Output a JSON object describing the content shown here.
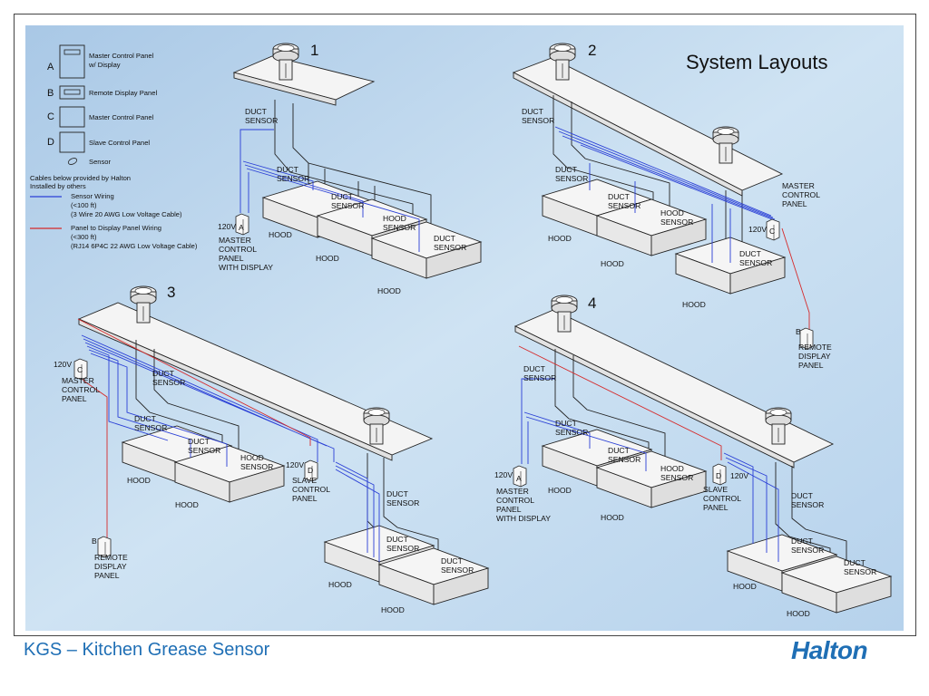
{
  "slide": {
    "title": "System Layouts",
    "footer_title": "KGS – Kitchen Grease Sensor",
    "logo_text": "Halton"
  },
  "colors": {
    "background": "#bcd6ec",
    "sensor_wiring": "#2a3fd6",
    "display_wiring": "#d62a2a",
    "accent": "#1f6fb5"
  },
  "legend": {
    "items": [
      {
        "letter": "A",
        "label_lines": [
          "Master Control Panel",
          "w/ Display"
        ]
      },
      {
        "letter": "B",
        "label_lines": [
          "Remote Display Panel"
        ]
      },
      {
        "letter": "C",
        "label_lines": [
          "Master Control Panel"
        ]
      },
      {
        "letter": "D",
        "label_lines": [
          "Slave Control Panel"
        ]
      }
    ],
    "sensor_label": "Sensor",
    "cables_note": [
      "Cables below provided by Halton",
      "Installed by others"
    ],
    "sensor_wiring": [
      "Sensor Wiring",
      "(<100 ft)",
      "(3 Wire 20 AWG Low Voltage Cable)"
    ],
    "display_wiring": [
      "Panel to Display Panel Wiring",
      "(<300 ft)",
      "(RJ14 6P4C 22 AWG Low Voltage Cable)"
    ]
  },
  "layouts": [
    {
      "number": "1",
      "labels": {
        "duct_sensor_a": [
          "DUCT",
          "SENSOR"
        ],
        "duct_sensor_b": [
          "DUCT",
          "SENSOR"
        ],
        "duct_sensor_c": [
          "DUCT",
          "SENSOR"
        ],
        "hood_sensor": [
          "HOOD",
          "SENSOR"
        ],
        "duct_sensor_d": [
          "DUCT",
          "SENSOR"
        ],
        "hood_1": "HOOD",
        "hood_2": "HOOD",
        "hood_3": "HOOD",
        "voltage": "120V",
        "panel_letter": "A",
        "panel": [
          "MASTER",
          "CONTROL",
          "PANEL",
          "WITH DISPLAY"
        ]
      }
    },
    {
      "number": "2",
      "labels": {
        "duct_sensor_a": [
          "DUCT",
          "SENSOR"
        ],
        "duct_sensor_b": [
          "DUCT",
          "SENSOR"
        ],
        "duct_sensor_c": [
          "DUCT",
          "SENSOR"
        ],
        "hood_sensor": [
          "HOOD",
          "SENSOR"
        ],
        "duct_sensor_d": [
          "DUCT",
          "SENSOR"
        ],
        "hood_1": "HOOD",
        "hood_2": "HOOD",
        "hood_3": "HOOD",
        "voltage": "120V",
        "panel_letter": "C",
        "panel": [
          "MASTER",
          "CONTROL",
          "PANEL"
        ],
        "remote_letter": "B",
        "remote": [
          "REMOTE",
          "DISPLAY",
          "PANEL"
        ]
      }
    },
    {
      "number": "3",
      "labels": {
        "duct_sensor_a": [
          "DUCT",
          "SENSOR"
        ],
        "duct_sensor_b": [
          "DUCT",
          "SENSOR"
        ],
        "duct_sensor_c": [
          "DUCT",
          "SENSOR"
        ],
        "hood_sensor": [
          "HOOD",
          "SENSOR"
        ],
        "duct_sensor_d": [
          "DUCT",
          "SENSOR"
        ],
        "duct_sensor_e": [
          "DUCT",
          "SENSOR"
        ],
        "duct_sensor_f": [
          "DUCT",
          "SENSOR"
        ],
        "hood_1": "HOOD",
        "hood_2": "HOOD",
        "hood_3": "HOOD",
        "hood_4": "HOOD",
        "voltage": "120V",
        "panel_letter": "C",
        "panel": [
          "MASTER",
          "CONTROL",
          "PANEL"
        ],
        "slave_voltage": "120V",
        "slave_letter": "D",
        "slave": [
          "SLAVE",
          "CONTROL",
          "PANEL"
        ],
        "remote_letter": "B",
        "remote": [
          "REMOTE",
          "DISPLAY",
          "PANEL"
        ]
      }
    },
    {
      "number": "4",
      "labels": {
        "duct_sensor_a": [
          "DUCT",
          "SENSOR"
        ],
        "duct_sensor_b": [
          "DUCT",
          "SENSOR"
        ],
        "duct_sensor_c": [
          "DUCT",
          "SENSOR"
        ],
        "hood_sensor": [
          "HOOD",
          "SENSOR"
        ],
        "duct_sensor_d": [
          "DUCT",
          "SENSOR"
        ],
        "duct_sensor_e": [
          "DUCT",
          "SENSOR"
        ],
        "duct_sensor_f": [
          "DUCT",
          "SENSOR"
        ],
        "hood_1": "HOOD",
        "hood_2": "HOOD",
        "hood_3": "HOOD",
        "hood_4": "HOOD",
        "voltage": "120V",
        "panel_letter": "A",
        "panel": [
          "MASTER",
          "CONTROL",
          "PANEL",
          "WITH DISPLAY"
        ],
        "slave_voltage": "120V",
        "slave_letter": "D",
        "slave": [
          "SLAVE",
          "CONTROL",
          "PANEL"
        ]
      }
    }
  ]
}
